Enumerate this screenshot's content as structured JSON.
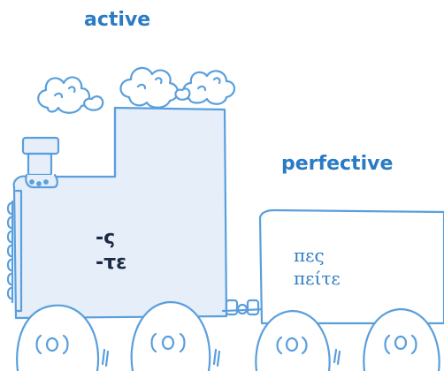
{
  "labels": {
    "locomotive": "active",
    "wagon": "perfective"
  },
  "locomotive": {
    "endings": [
      "-ς",
      "-τε"
    ]
  },
  "wagon": {
    "forms": [
      "πες",
      "πείτε"
    ]
  },
  "colors": {
    "outline": "#5a9fdc",
    "label": "#2b7bc4",
    "fill": "#e6eefa",
    "endings_text": "#1b2a44"
  }
}
